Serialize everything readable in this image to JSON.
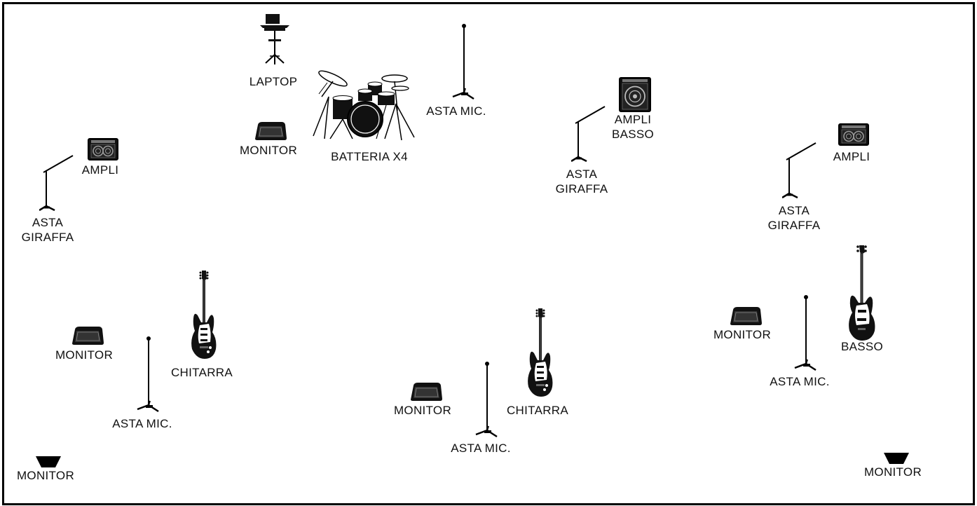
{
  "stage_plot": {
    "labels": {
      "laptop": "LAPTOP",
      "monitor_drums": "MONITOR",
      "drums": "BATTERIA X4",
      "mic_center_top": "ASTA MIC.",
      "bass_amp": "AMPLI\nBASSO",
      "boom_center": "ASTA\nGIRAFFA",
      "amp_right": "AMPLI",
      "boom_right": "ASTA\nGIRAFFA",
      "amp_left": "AMPLI",
      "boom_left": "ASTA\nGIRAFFA",
      "guitar_left": "CHITARRA",
      "monitor_left": "MONITOR",
      "mic_left": "ASTA MIC.",
      "guitar_center": "CHITARRA",
      "monitor_center": "MONITOR",
      "mic_center": "ASTA MIC.",
      "monitor_right": "MONITOR",
      "bass": "BASSO",
      "mic_right": "ASTA MIC.",
      "wedge_left": "MONITOR",
      "wedge_right": "MONITOR"
    }
  }
}
